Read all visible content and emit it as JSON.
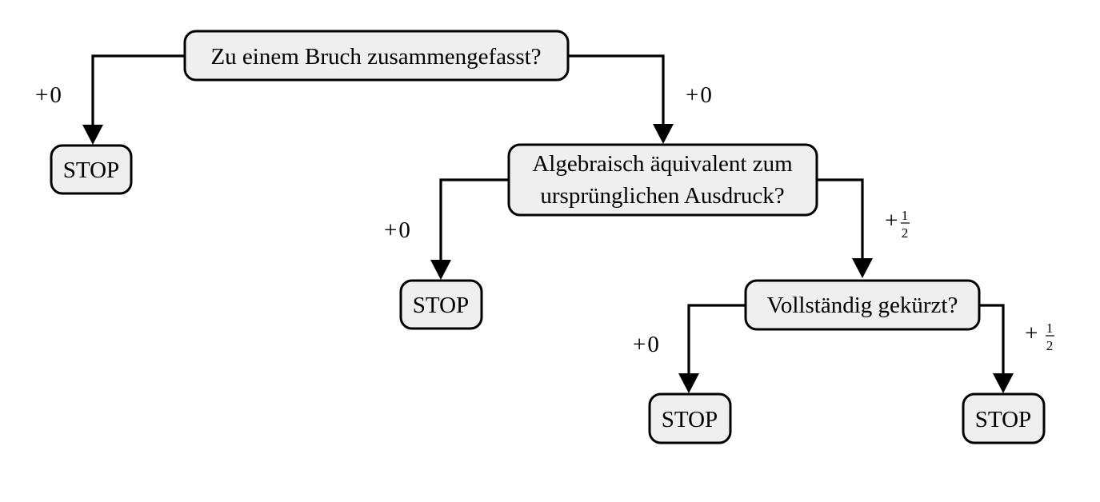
{
  "diagram": {
    "type": "decision-tree",
    "nodes": {
      "q1": {
        "lines": [
          "Zu einem Bruch zusammengefasst?"
        ]
      },
      "q2": {
        "lines": [
          "Algebraisch äquivalent zum",
          "ursprünglichen Ausdruck?"
        ]
      },
      "q3": {
        "lines": [
          "Vollständig gekürzt?"
        ]
      },
      "stop1": {
        "lines": [
          "STOP"
        ]
      },
      "stop2": {
        "lines": [
          "STOP"
        ]
      },
      "stop3": {
        "lines": [
          "STOP"
        ]
      },
      "stop4": {
        "lines": [
          "STOP"
        ]
      }
    },
    "edges": [
      {
        "from": "q1",
        "to": "stop1",
        "label": {
          "sign": "+",
          "value": "0"
        }
      },
      {
        "from": "q1",
        "to": "q2",
        "label": {
          "sign": "+",
          "value": "0"
        }
      },
      {
        "from": "q2",
        "to": "stop2",
        "label": {
          "sign": "+",
          "value": "0"
        }
      },
      {
        "from": "q2",
        "to": "q3",
        "label": {
          "sign": "+",
          "num": "1",
          "den": "2"
        }
      },
      {
        "from": "q3",
        "to": "stop3",
        "label": {
          "sign": "+",
          "value": "0"
        }
      },
      {
        "from": "q3",
        "to": "stop4",
        "label": {
          "sign": "+",
          "num": "1",
          "den": "2"
        }
      }
    ]
  }
}
